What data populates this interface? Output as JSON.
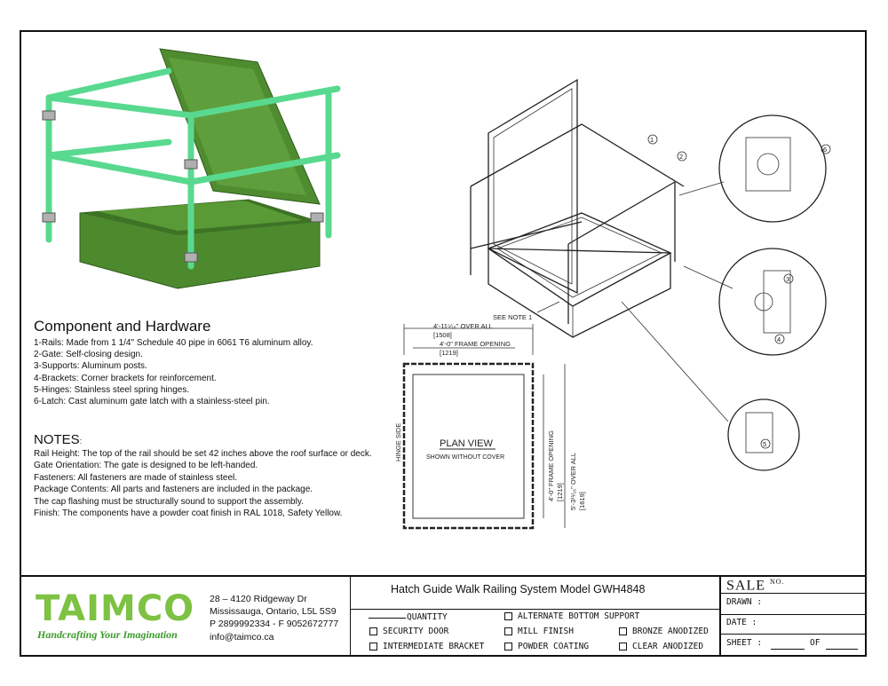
{
  "components": {
    "title": "Component and Hardware",
    "items": [
      "1-Rails: Made from 1 1/4\" Schedule 40 pipe in 6061 T6 aluminum alloy.",
      "2-Gate: Self-closing design.",
      "3-Supports: Aluminum posts.",
      "4-Brackets: Corner brackets for reinforcement.",
      "5-Hinges: Stainless steel spring hinges.",
      "6-Latch: Cast aluminum gate latch with a stainless-steel pin."
    ]
  },
  "notes": {
    "title": "NOTES",
    "title_suffix": ":",
    "items": [
      "Rail Height: The top of the rail should be set 42 inches above the roof surface or deck.",
      "Gate Orientation: The gate is designed to be left-handed.",
      "Fasteners: All fasteners are made of stainless steel.",
      "Package Contents: All parts and fasteners are included in the package.",
      "The cap flashing must be structurally sound to support the assembly.",
      "Finish: The components have a powder coat finish in RAL 1018, Safety Yellow."
    ]
  },
  "drawing": {
    "see_note": "SEE NOTE 1",
    "overall_width": "4'-11⁵⁄₁₆\"  OVER ALL",
    "overall_width_mm": "[1508]",
    "frame_width": "4'-0\"  FRAME OPENING",
    "frame_width_mm": "[1219]",
    "hinge_side": "HINGE SIDE",
    "plan_view": "PLAN VIEW",
    "plan_sub": "SHOWN WITHOUT COVER",
    "frame_height": "4'-0\"  FRAME OPENING",
    "frame_height_mm": "[1219]",
    "overall_height": "5'-3¹¹⁄₁₆\"  OVER ALL",
    "overall_height_mm": "[1619]",
    "callouts": [
      "1",
      "2",
      "3",
      "4",
      "5",
      "6"
    ]
  },
  "title_block": {
    "logo": "TAIMCO",
    "tagline": "Handcrafting Your Imagination",
    "address": [
      "28 – 4120 Ridgeway Dr",
      "Mississauga, Ontario, L5L 5S9",
      "P 2899992334 - F 9052672777",
      "info@taimco.ca"
    ],
    "title": "Hatch Guide Walk Railing System Model GWH4848",
    "quantity": "QUANTITY",
    "options_col1": [
      "SECURITY DOOR",
      "INTERMEDIATE BRACKET"
    ],
    "options_col2": [
      "ALTERNATE BOTTOM SUPPORT",
      "MILL FINISH",
      "POWDER COATING"
    ],
    "options_col3": [
      "BRONZE ANODIZED",
      "CLEAR ANODIZED"
    ],
    "sale": "SALE",
    "sale_no": "NO.",
    "drawn": "DRAWN :",
    "date": "DATE :",
    "sheet": "SHEET :",
    "of": "OF",
    "colors": {
      "logo_green": "#7dc242",
      "logo_blue": "#1c5fa8",
      "rail_green": "#59d98f",
      "hatch_green": "#4d8a2e"
    }
  }
}
